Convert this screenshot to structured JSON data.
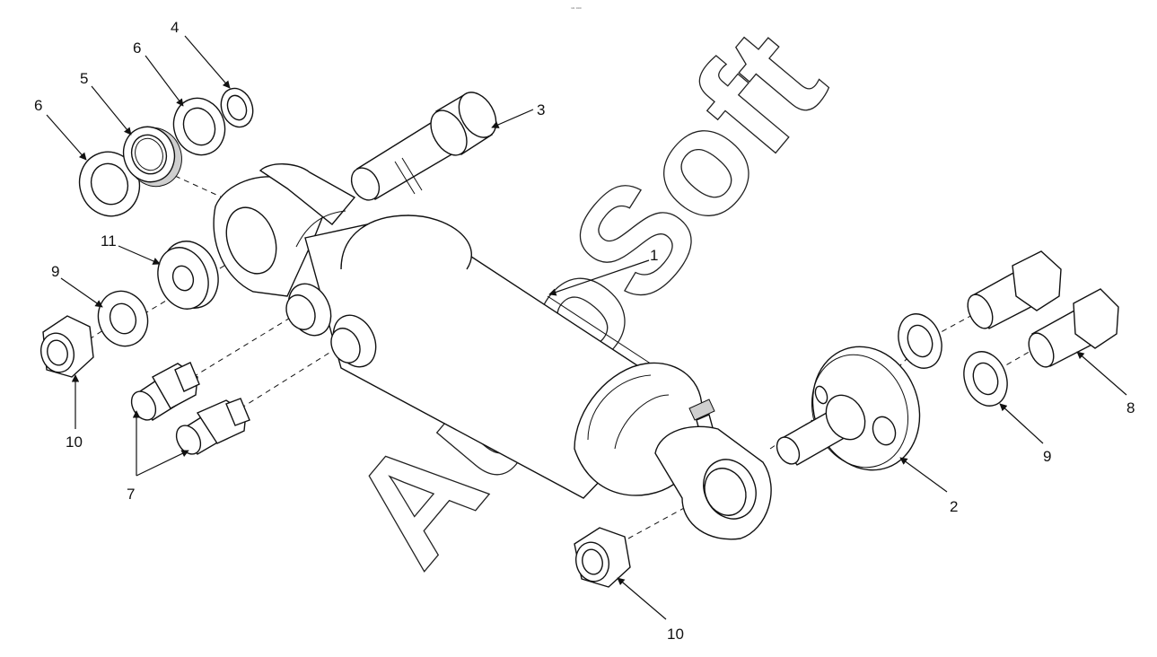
{
  "watermark": "AutoSoft",
  "header_mark": "¹⁹ ⁰⁰⁰",
  "callouts": {
    "c1": "1",
    "c2": "2",
    "c3": "3",
    "c4": "4",
    "c5": "5",
    "c6a": "6",
    "c6b": "6",
    "c7": "7",
    "c8": "8",
    "c9a": "9",
    "c9b": "9",
    "c10a": "10",
    "c10b": "10",
    "c11": "11"
  },
  "colors": {
    "line": "#111111",
    "background": "#ffffff"
  }
}
